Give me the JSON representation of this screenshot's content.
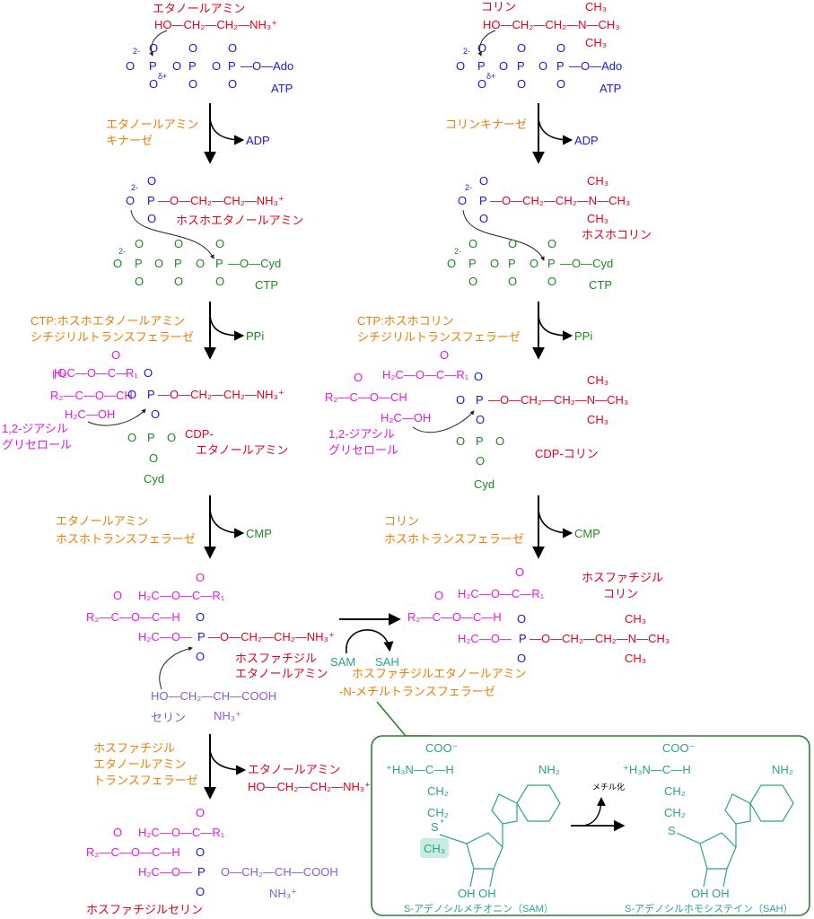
{
  "colors": {
    "red": "#e8001c",
    "blue": "#1a1adb",
    "green": "#1f8a1f",
    "magenta": "#e619e6",
    "orange": "#f07d00",
    "purple": "#8a5bd6",
    "teal": "#2aa38a",
    "dark_green_border": "#2e7d32",
    "highlight": "#c8ece2"
  },
  "left": {
    "start_name": "エタノールアミン",
    "start_formula": "HO—CH₂—CH₂—NH₃⁺",
    "atp_label": "ATP",
    "enzyme1": [
      "エタノールアミン",
      "キナーゼ"
    ],
    "byproduct1": "ADP",
    "intermediate1_formula": "—O—CH₂—CH₂—NH₃⁺",
    "intermediate1_name": "ホスホエタノールアミン",
    "ctp_label": "CTP",
    "enzyme2": [
      "CTP:ホスホエタノールアミン",
      "シチジリルトランスフェラーゼ"
    ],
    "byproduct2": "PPi",
    "dag_label": [
      "1,2-ジアシル",
      "グリセロール"
    ],
    "cdp_formula": "—O—CH₂—CH₂—NH₃⁺",
    "cdp_name": [
      "CDP-",
      "エタノールアミン"
    ],
    "enzyme3": [
      "エタノールアミン",
      "ホスホトランスフェラーゼ"
    ],
    "byproduct3": "CMP",
    "pe_formula": "—O—CH₂—CH₂—NH₃⁺",
    "pe_name": [
      "ホスファチジル",
      "エタノールアミン"
    ],
    "serine_formula": "HO—CH₂—CH—COOH",
    "serine_nh3": "NH₃⁺",
    "serine_name": "セリン",
    "enzyme4": [
      "ホスファチジル",
      "エタノールアミン",
      "トランスフェラーゼ"
    ],
    "byproduct4_name": "エタノールアミン",
    "byproduct4_formula": "HO—CH₂—CH₂—NH₃⁺",
    "ps_formula": "O—CH₂—CH—COOH",
    "ps_nh3": "NH₃⁺",
    "ps_name": "ホスファチジルセリン"
  },
  "right": {
    "start_name": "コリン",
    "start_formula": "HO—CH₂—CH₂—N—CH₃",
    "atp_label": "ATP",
    "enzyme1": [
      "コリンキナーゼ"
    ],
    "byproduct1": "ADP",
    "intermediate1_name": "ホスホコリン",
    "ctp_label": "CTP",
    "enzyme2": [
      "CTP:ホスホコリン",
      "シチジリルトランスフェラーゼ"
    ],
    "byproduct2": "PPi",
    "dag_label": [
      "1,2-ジアシル",
      "グリセロール"
    ],
    "cdp_name": "CDP-コリン",
    "enzyme3": [
      "コリン",
      "ホスホトランスフェラーゼ"
    ],
    "byproduct3": "CMP",
    "pc_name": [
      "ホスファチジル",
      "コリン"
    ]
  },
  "methyl": {
    "sam": "SAM",
    "sah": "SAH",
    "enzyme": [
      "ホスファチジルエタノールアミン",
      "-N-メチルトランスフェラーゼ"
    ]
  },
  "inset": {
    "sam_caption": "S-アデノシルメチオニン（SAM）",
    "sah_caption": "S-アデノシルホモシステイン（SAH）",
    "arrow_label": "メチル化",
    "coo": "COO⁻",
    "h3n": "⁺H₃N—C—H",
    "nh2": "NH₂",
    "oh_pair": "OH   OH",
    "ch3": "CH₃"
  },
  "common": {
    "ado": "—O—Ado",
    "cyd": "—O—Cyd",
    "cyd_label": "Cyd",
    "r1": "R₁",
    "r2": "R₂",
    "ch3": "CH₃",
    "delta": "δ+",
    "two_minus": "2-"
  }
}
